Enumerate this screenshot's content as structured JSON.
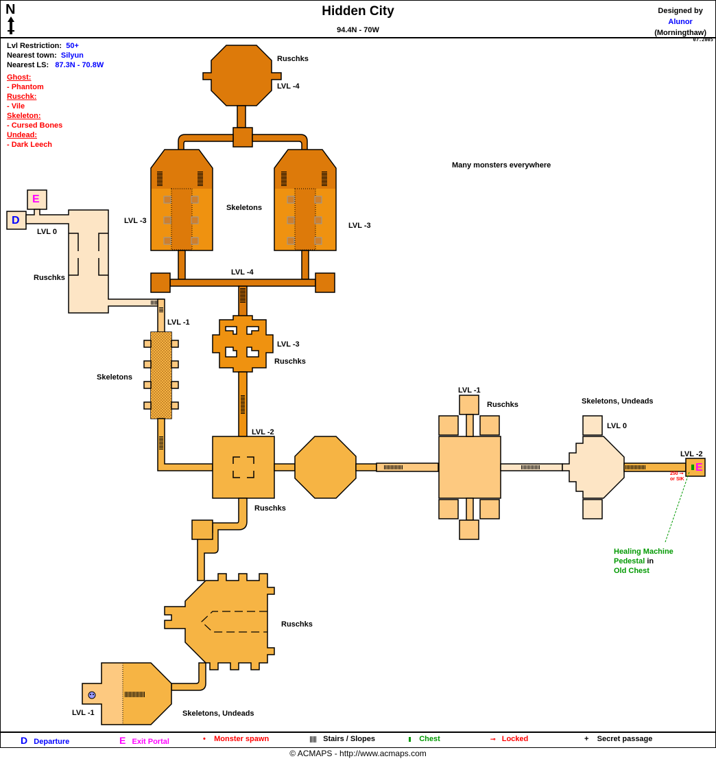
{
  "header": {
    "title": "Hidden City",
    "coordinates": "94.4N - 70W",
    "compass_label": "N",
    "designed_by_label": "Designed by",
    "designer_name": "Alunor",
    "designer_server": "(Morningthaw)",
    "date": "07.2005"
  },
  "info": {
    "level_restriction_label": "Lvl Restriction:",
    "level_restriction_value": "50+",
    "nearest_town_label": "Nearest town:",
    "nearest_town_value": "Silyun",
    "nearest_ls_label": "Nearest LS:",
    "nearest_ls_value": "87.3N - 70.8W",
    "monsters": [
      {
        "category": "Ghost:",
        "type": "- Phantom"
      },
      {
        "category": "Ruschk:",
        "type": "- Vile"
      },
      {
        "category": "Skeleton:",
        "type": "- Cursed Bones"
      },
      {
        "category": "Undead:",
        "type": "- Dark Leech"
      }
    ]
  },
  "map": {
    "note": "Many monsters everywhere",
    "markers": {
      "departure": "D",
      "exit": "E"
    },
    "labels": {
      "top_room_monsters": "Ruschks",
      "top_room_level": "LVL -4",
      "center_skeletons": "Skeletons",
      "left_hall_level": "LVL -3",
      "right_hall_level": "LVL -3",
      "bottom_corridor_level": "LVL -4",
      "entry_level": "LVL 0",
      "entry_monsters": "Ruschks",
      "west_corridor_level": "LVL -1",
      "west_corridor_monsters": "Skeletons",
      "cross_room_level": "LVL -3",
      "cross_room_monsters": "Ruschks",
      "hub_level": "LVL -2",
      "hub_monsters": "Ruschks",
      "east_room_level": "LVL -1",
      "east_room_monsters": "Ruschks",
      "far_east_monsters": "Skeletons, Undeads",
      "far_east_level": "LVL 0",
      "exit_level": "LVL -2",
      "lock_text_1": "250",
      "lock_text_2": "or SIK",
      "south_room_monsters": "Ruschks",
      "southwest_level": "LVL -1",
      "southwest_monsters": "Skeletons, Undeads"
    },
    "annotation": {
      "item_line_1": "Healing Machine",
      "item_line_2": "Pedestal",
      "connector": "in",
      "container": "Old Chest"
    },
    "colors": {
      "lvl0": "#fde5c5",
      "lvl-1": "#fdc980",
      "lvl-2": "#f6b444",
      "lvl-3": "#ef9210",
      "lvl-4": "#dd7a0a",
      "departure": "#0000ff",
      "exit": "#ff00ff",
      "monster": "#ff0000",
      "chest": "#009900",
      "locked": "#ff0000"
    }
  },
  "legend": [
    {
      "symbol": "D",
      "label": "Departure"
    },
    {
      "symbol": "E",
      "label": "Exit Portal"
    },
    {
      "symbol": "•",
      "label": "Monster spawn"
    },
    {
      "symbol": "stairs",
      "label": "Stairs / Slopes"
    },
    {
      "symbol": "chest",
      "label": "Chest"
    },
    {
      "symbol": "key",
      "label": "Locked"
    },
    {
      "symbol": "+",
      "label": "Secret passage"
    }
  ],
  "footer": {
    "copyright": "© ACMAPS - http://www.acmaps.com"
  }
}
